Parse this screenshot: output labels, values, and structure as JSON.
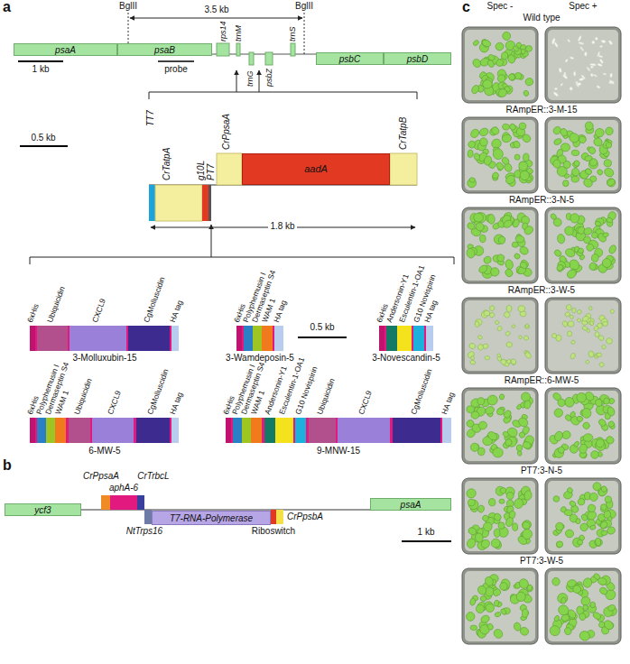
{
  "diagram": {
    "nodes": [
      {
        "text": [
          "psaA"
        ]
      },
      {
        "text": [
          "psaB"
        ]
      },
      {
        "text": [
          "psbC"
        ]
      },
      {
        "text": [
          "psbD"
        ]
      },
      {
        "text": [
          "aadA"
        ]
      },
      {
        "text": [
          "ycf3"
        ]
      },
      {
        "text": [
          "psaA"
        ]
      },
      {
        "text": [
          "T7-RNA-Polymerase"
        ]
      }
    ],
    "labels": [
      "a",
      "BglII",
      "3.5 kb",
      "BglII",
      "rps14",
      "trnM",
      "trnS",
      "1 kb",
      "probe",
      "trnG",
      "psbZ",
      "TT7",
      "0.5 kb",
      "CrTatpA",
      "g10L",
      "PT7",
      "CrPpsaA",
      "CrTatpB",
      "1.8 kb",
      "6xHis",
      "Ubiquicidin",
      "CXCL9",
      "CgMolluscidin",
      "HA tag",
      "6xHis",
      "Polyphemusin I",
      "Dermaseptin S4",
      "WAM 1",
      "HA tag",
      "0.5 kb",
      "6xHis",
      "Andersonin-Y1",
      "Esculentin-1-OA1",
      "G10 Novispirin",
      "HA tag",
      "3-Molluxubin-15",
      "3-Wamdeposin-5",
      "3-Novescandin-5",
      "6xHis",
      "Polyphemusin I",
      "Dermaseptin S4",
      "WAM 1",
      "Ubiquicidin",
      "CXCL9",
      "CgMolluscidin",
      "HA tag",
      "6xHis",
      "Polyphemusin I",
      "Dermaseptin S4",
      "WAM 1",
      "Andersonin-Y1",
      "Esculentin-1-OA1",
      "G10 Novispirin",
      "Ubiquicidin",
      "CXCL9",
      "CgMolluscidin",
      "HA tag",
      "6-MW-5",
      "9-MNW-15",
      "b",
      "CrPpsaA",
      "aphA-6",
      "CrTrbcL",
      "NtTrps16",
      "Riboswitch",
      "CrPpsbA",
      "1 kb",
      "c",
      "Spec -",
      "Spec +",
      "Wild type",
      "RAmpER::3-M-15",
      "RAmpER::3-N-5",
      "RAmpER::3-W-5",
      "RAmpER::6-MW-5",
      "PT7:3-N-5",
      "PT7:3-W-5"
    ]
  }
}
